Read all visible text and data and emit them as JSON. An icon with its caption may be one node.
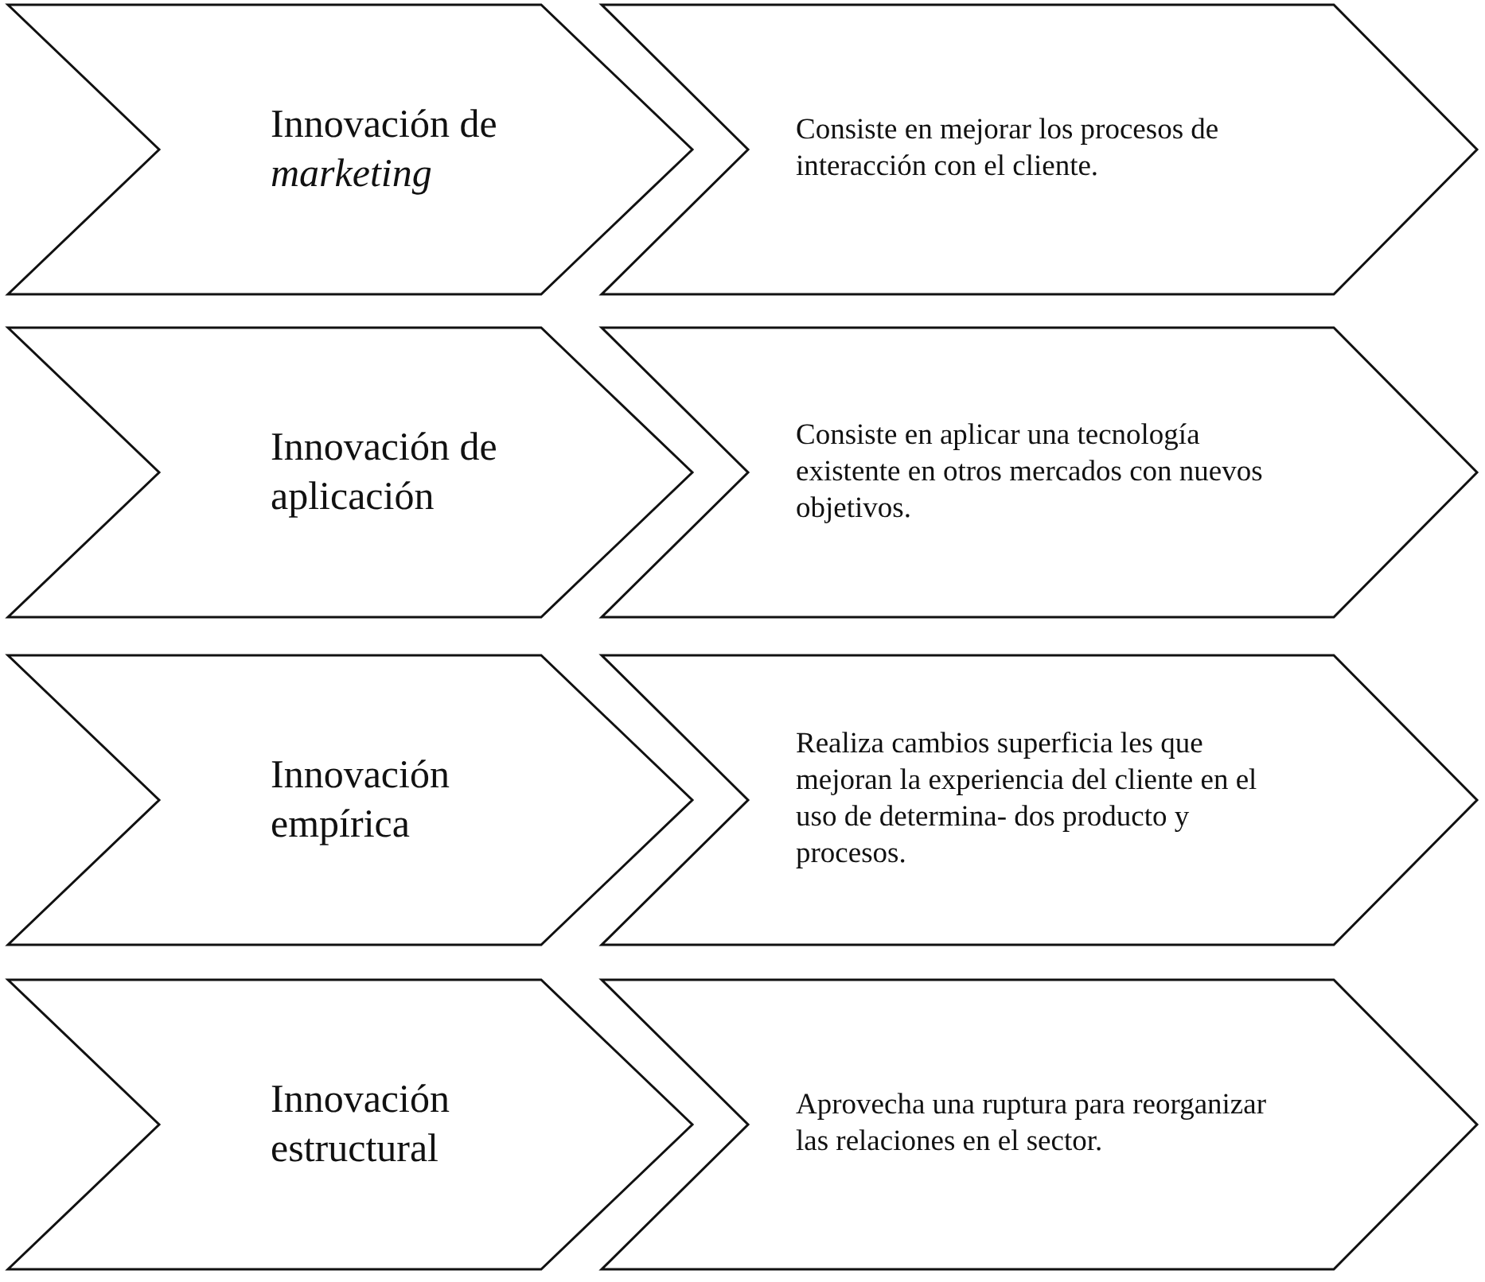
{
  "diagram": {
    "nodes": [
      {
        "text": [
          "Innovación de *marketing*"
        ]
      },
      {
        "text": [
          "Consiste en mejorar los procesos de interacción con el cliente."
        ]
      },
      {
        "text": [
          "Innovación de aplicación"
        ]
      },
      {
        "text": [
          "Consiste en aplicar una tecnología existente en otros mercados con nuevos objetivos."
        ]
      },
      {
        "text": [
          "Innovación empírica"
        ]
      },
      {
        "text": [
          "Realiza cambios superficia les que mejoran la experiencia del cliente en el uso de determina- dos producto y procesos."
        ]
      },
      {
        "text": [
          "Innovación estructural"
        ]
      },
      {
        "text": [
          "Aprovecha una ruptura para reorganizar las relaciones en el sector."
        ]
      }
    ]
  }
}
